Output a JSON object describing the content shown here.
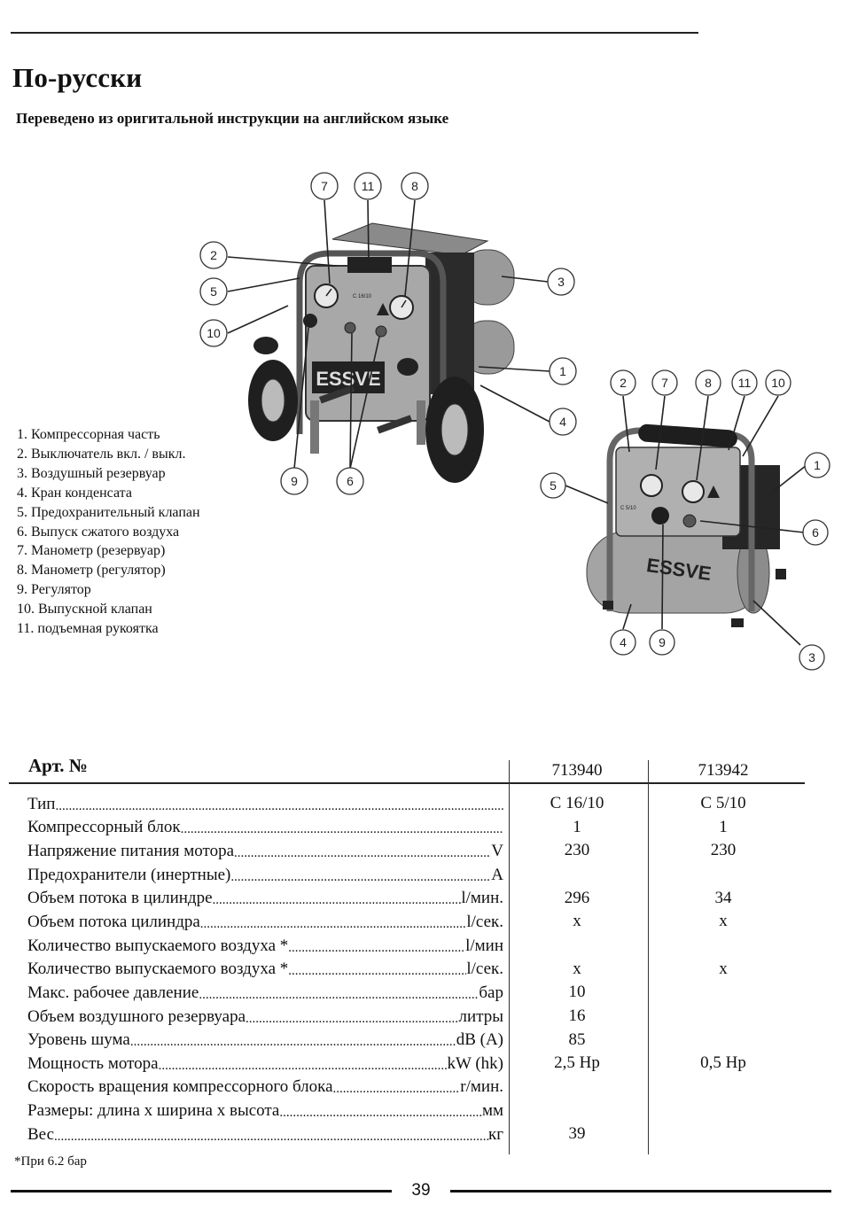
{
  "title": "По-русски",
  "subtitle": "Переведено из оригитальной инструкции на английском языке",
  "legend": [
    "1. Компрессорная часть",
    "2. Выключатель вкл. / выкл.",
    "3. Воздушный резервуар",
    "4. Кран конденсата",
    "5. Предохранительный клапан",
    "6. Выпуск сжатого воздуха",
    "7. Манометр (резервуар)",
    "8. Манометр (регулятор)",
    "9. Регулятор",
    "10. Выпускной клапан",
    "11. подъемная рукоятка"
  ],
  "figure_c16": {
    "brand": "ESSVE",
    "model_plate": "C 16/10",
    "callouts": [
      "7",
      "11",
      "8",
      "2",
      "5",
      "10",
      "3",
      "1",
      "4",
      "9",
      "6"
    ]
  },
  "figure_c5": {
    "brand": "ESSVE",
    "model_plate": "C 5/10",
    "callouts": [
      "2",
      "7",
      "8",
      "11",
      "10",
      "1",
      "5",
      "6",
      "4",
      "9",
      "3"
    ]
  },
  "specs": {
    "header_label": "Арт. №",
    "columns": [
      "713940",
      "713942"
    ],
    "rows": [
      {
        "label": "Тип",
        "unit": "",
        "v1": "C 16/10",
        "v2": "C 5/10"
      },
      {
        "label": "Компрессорный блок ",
        "unit": "",
        "v1": "1",
        "v2": "1"
      },
      {
        "label": "Напряжение питания мотора ",
        "unit": "V",
        "v1": "230",
        "v2": "230"
      },
      {
        "label": "Предохранители (инертные)",
        "unit": "A",
        "v1": "",
        "v2": ""
      },
      {
        "label": "Объем потока в цилиндре",
        "unit": "l/мин.",
        "v1": "296",
        "v2": "34"
      },
      {
        "label": "Объем потока цилиндра",
        "unit": "l/сек.",
        "v1": "x",
        "v2": "x"
      },
      {
        "label": "Количество выпускаемого воздуха *",
        "unit": "l/мин",
        "v1": "",
        "v2": ""
      },
      {
        "label": "Количество выпускаемого воздуха *",
        "unit": "l/сек.",
        "v1": "x",
        "v2": "x"
      },
      {
        "label": "Макс. рабочее давление",
        "unit": "бар",
        "v1": "10",
        "v2": ""
      },
      {
        "label": "Объем воздушного резервуара",
        "unit": "литры",
        "v1": "16",
        "v2": ""
      },
      {
        "label": "Уровень шума",
        "unit": "dB (A)",
        "v1": "85",
        "v2": ""
      },
      {
        "label": "Мощность мотора",
        "unit": "kW (hk)",
        "v1": "2,5 Hp",
        "v2": "0,5 Hp"
      },
      {
        "label": "Скорость вращения компрессорного блока",
        "unit": "r/мин.",
        "v1": "",
        "v2": ""
      },
      {
        "label": "Размеры: длина x ширина x высота",
        "unit": "мм",
        "v1": "",
        "v2": ""
      },
      {
        "label": "Вес",
        "unit": "кг",
        "v1": "39",
        "v2": ""
      }
    ]
  },
  "footnote": "*При 6.2 бар",
  "page_number": "39"
}
